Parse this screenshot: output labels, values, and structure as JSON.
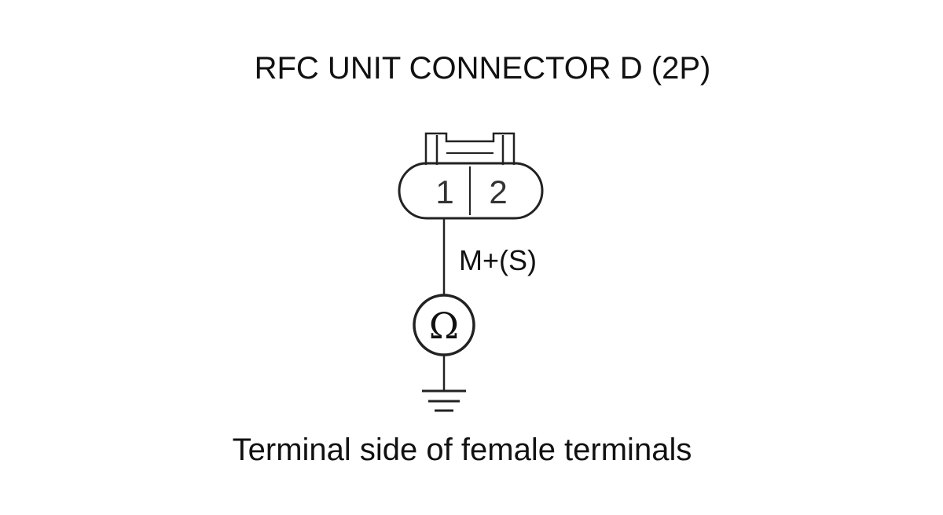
{
  "title": "RFC UNIT CONNECTOR D (2P)",
  "connector": {
    "pin_labels": [
      "1",
      "2"
    ]
  },
  "wire": {
    "signal_label": "M+(S)"
  },
  "meter": {
    "symbol": "Ω",
    "icon": "ohmmeter-icon"
  },
  "ground": {
    "icon": "ground-symbol-icon"
  },
  "caption": "Terminal side of female terminals"
}
